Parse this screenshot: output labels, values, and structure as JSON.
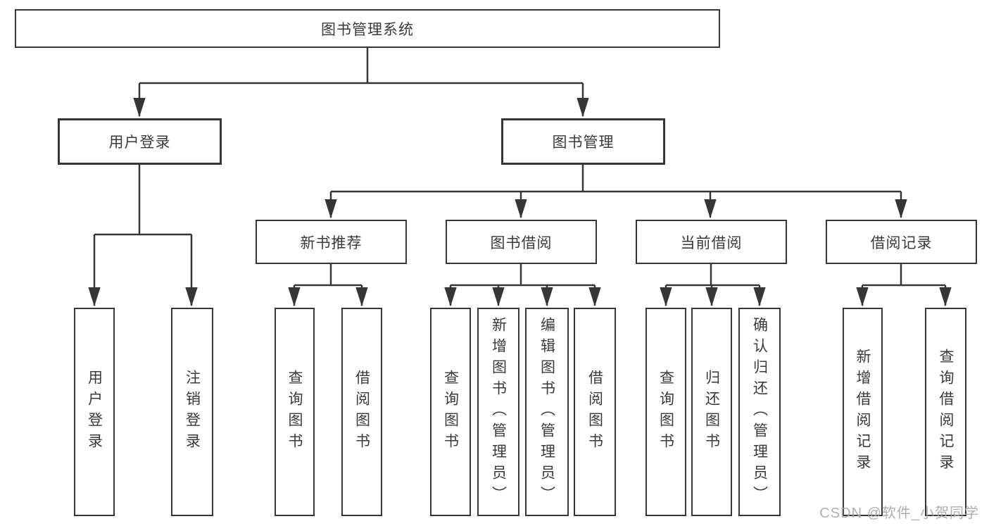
{
  "tree": {
    "root": {
      "label": "图书管理系统"
    },
    "branches": [
      {
        "label": "用户登录",
        "children": [
          {
            "label": "用户登录"
          },
          {
            "label": "注销登录"
          }
        ]
      },
      {
        "label": "图书管理",
        "children": [
          {
            "label": "新书推荐",
            "children": [
              {
                "label": "查询图书"
              },
              {
                "label": "借阅图书"
              }
            ]
          },
          {
            "label": "图书借阅",
            "children": [
              {
                "label": "查询图书"
              },
              {
                "label": "新增图书（管理员）"
              },
              {
                "label": "编辑图书（管理员）"
              },
              {
                "label": "借阅图书"
              }
            ]
          },
          {
            "label": "当前借阅",
            "children": [
              {
                "label": "查询图书"
              },
              {
                "label": "归还图书"
              },
              {
                "label": "确认归还（管理员）"
              }
            ]
          },
          {
            "label": "借阅记录",
            "children": [
              {
                "label": "新增借阅记录"
              },
              {
                "label": "查询借阅记录"
              }
            ]
          }
        ]
      }
    ]
  },
  "watermark": "CSDN @软件_小贺同学",
  "colors": {
    "line": "#363636",
    "text": "#3a3a3a",
    "watermark": "#a8a8a8",
    "background": "#ffffff"
  }
}
